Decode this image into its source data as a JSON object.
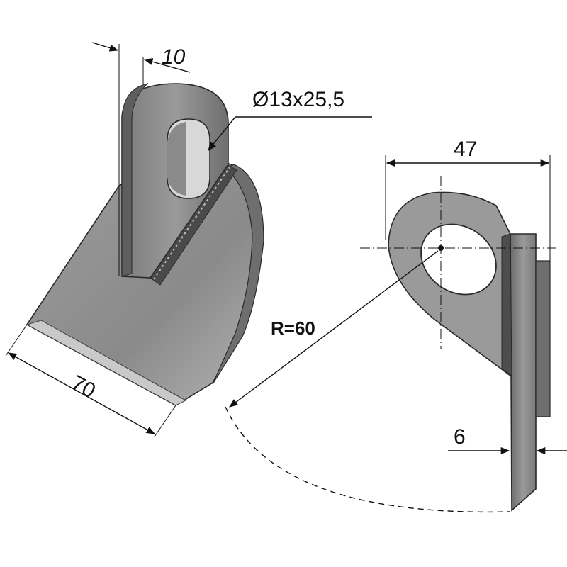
{
  "dimensions": {
    "tab_thickness": "10",
    "slot_size": "Ø13x25,5",
    "blade_width": "70",
    "eye_width": "47",
    "swing_radius": "R=60",
    "blade_thickness": "6"
  },
  "colors": {
    "steel_light": "#a9a9a9",
    "steel_mid": "#8e8e8e",
    "steel_dark": "#5f5f5f",
    "ink": "#111111"
  }
}
